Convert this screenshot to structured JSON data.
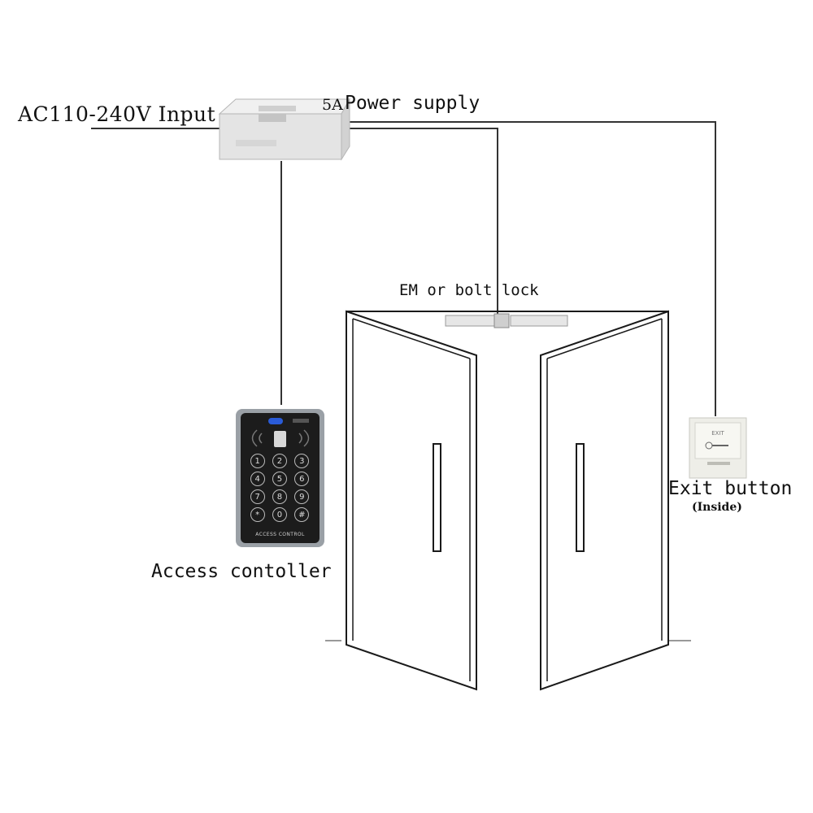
{
  "labels": {
    "ac_input": "AC110-240V Input",
    "amperage": "5A",
    "power_supply": "Power supply",
    "lock": "EM or bolt lock",
    "exit_button": "Exit button",
    "exit_inside": "(Inside)",
    "access_controller": "Access contoller"
  },
  "keypad": {
    "keys": [
      "1",
      "2",
      "3",
      "4",
      "5",
      "6",
      "7",
      "8",
      "9",
      "*",
      "0",
      "#"
    ],
    "bottom_text": "ACCESS CONTROL"
  },
  "colors": {
    "wire": "#333333",
    "door_stroke": "#1a1a1a",
    "keypad_body": "#1c1c1c",
    "keypad_frame": "#9aa0a6",
    "power_box": "#e4e4e4",
    "brand_badge": "#2a5bd7"
  }
}
